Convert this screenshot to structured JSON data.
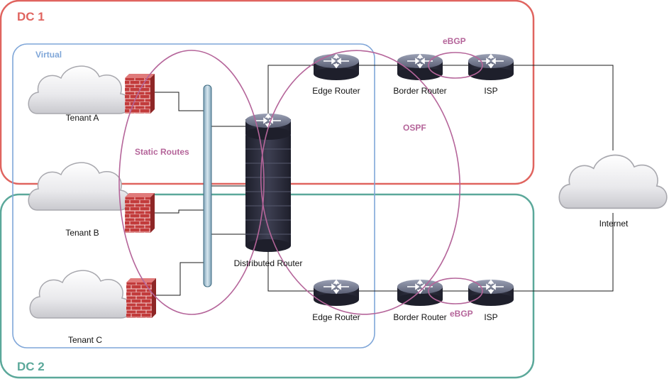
{
  "title_dc1": "DC 1",
  "title_dc2": "DC 2",
  "virtual_label": "Virtual",
  "protocols": {
    "static": "Static Routes",
    "ospf": "OSPF",
    "ebgp_top": "eBGP",
    "ebgp_bottom": "eBGP"
  },
  "tenants": {
    "a": "Tenant A",
    "b": "Tenant B",
    "c": "Tenant C"
  },
  "routers": {
    "distributed": "Distributed Router",
    "edge_top": "Edge Router",
    "edge_bottom": "Edge Router",
    "border_top": "Border Router",
    "border_bottom": "Border Router",
    "isp_top": "ISP",
    "isp_bottom": "ISP"
  },
  "internet": "Internet",
  "colors": {
    "dc1": "#e0645f",
    "dc2": "#5ba89a",
    "virtual": "#7fa6d8",
    "protocol": "#b5659a",
    "router_body": "#2e2f3e",
    "firewall": "#c23b3b"
  },
  "icons": {
    "cloud": "cloud-icon",
    "firewall": "firewall-icon",
    "router": "router-icon",
    "switch": "switch-icon"
  }
}
